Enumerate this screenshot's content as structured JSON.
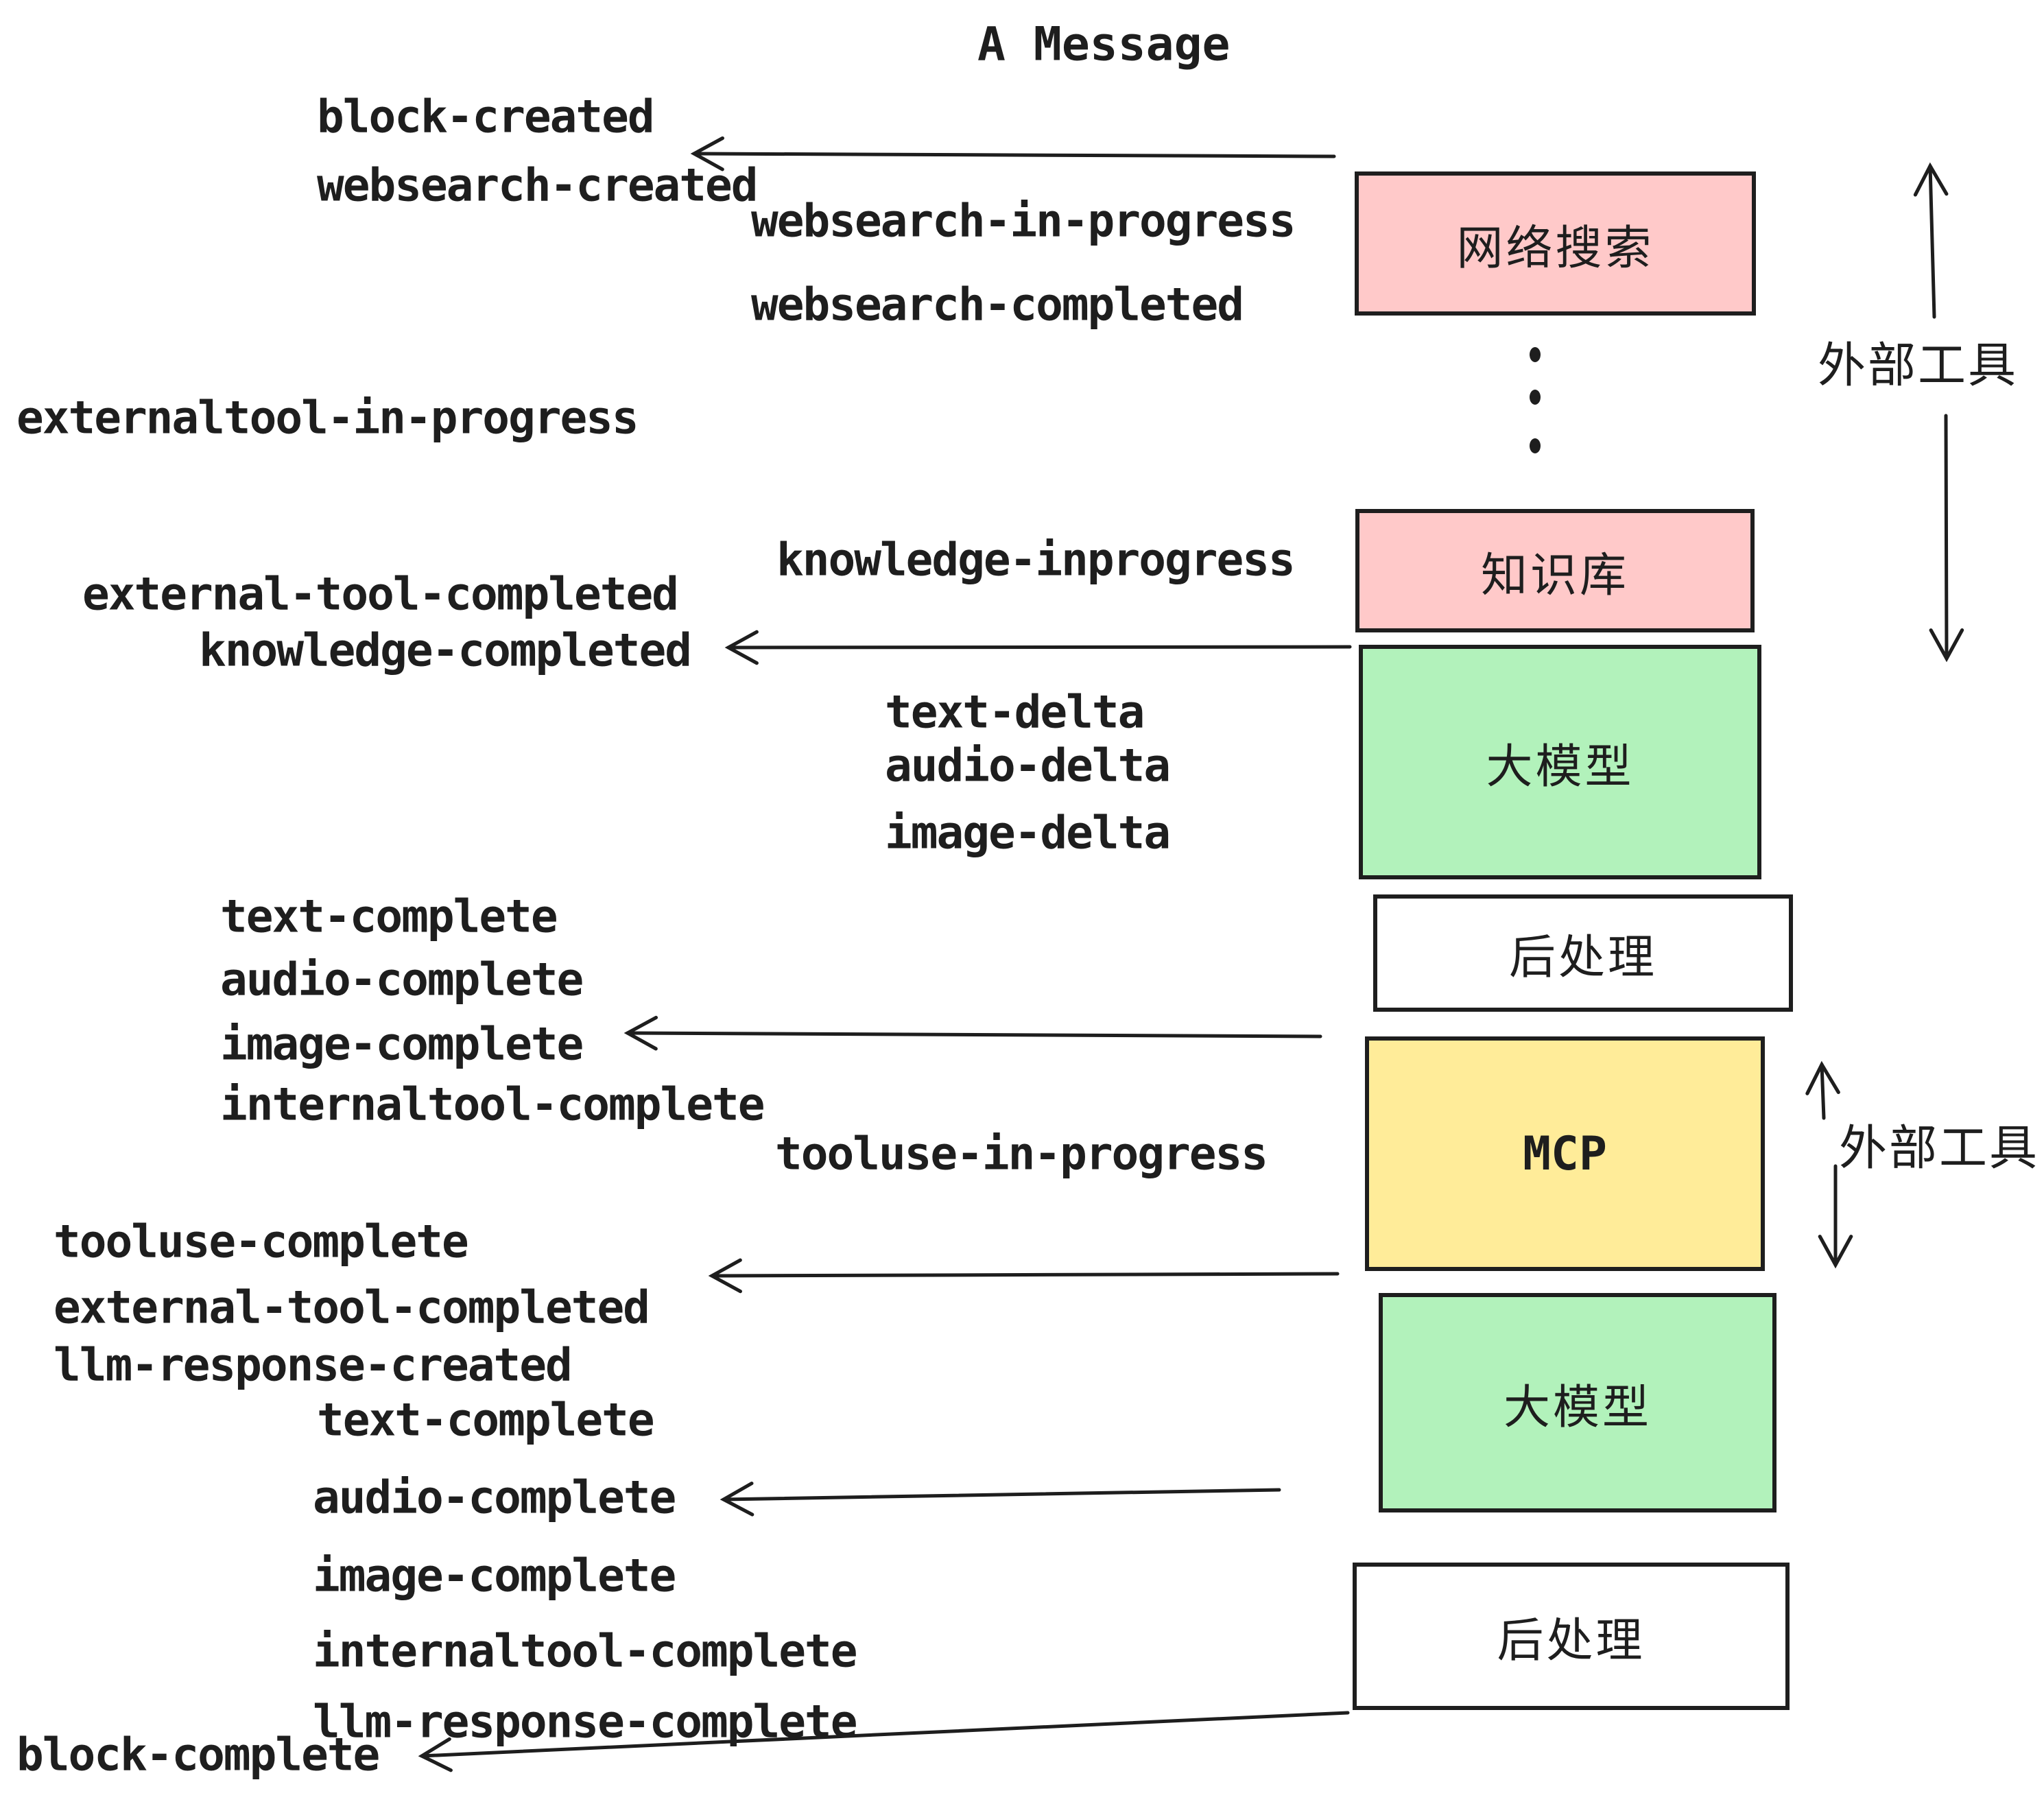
{
  "title": "A Message",
  "palette": {
    "pink": "#ffc9c9",
    "green": "#b2f2bb",
    "yellow": "#ffec99",
    "white": "#ffffff",
    "stroke": "#1e1e1e"
  },
  "events": {
    "block_created": "block-created",
    "websearch_created": "websearch-created",
    "websearch_in_progress": "websearch-in-progress",
    "websearch_completed": "websearch-completed",
    "externaltool_in_progress": "externaltool-in-progress",
    "knowledge_inprogress": "knowledge-inprogress",
    "external_tool_completed_1": "external-tool-completed",
    "knowledge_completed": "knowledge-completed",
    "text_delta_1": "text-delta",
    "audio_delta_1": "audio-delta",
    "image_delta_1": "image-delta",
    "text_complete_1": "text-complete",
    "audio_complete_1": "audio-complete",
    "image_complete_1": "image-complete",
    "internaltool_complete_1": "internaltool-complete",
    "tooluse_in_progress": "tooluse-in-progress",
    "tooluse_complete": "tooluse-complete",
    "external_tool_completed_2": "external-tool-completed",
    "llm_response_created": "llm-response-created",
    "text_complete_2": "text-complete",
    "audio_complete_2": "audio-complete",
    "image_complete_2": "image-complete",
    "internaltool_complete_2": "internaltool-complete",
    "llm_response_complete": "llm-response-complete",
    "block_complete": "block-complete"
  },
  "boxes": {
    "websearch": {
      "label": "网络搜索",
      "fill": "#ffc9c9"
    },
    "knowledge": {
      "label": "知识库",
      "fill": "#ffc9c9"
    },
    "llm1": {
      "label": "大模型",
      "fill": "#b2f2bb"
    },
    "post1": {
      "label": "后处理",
      "fill": "#ffffff"
    },
    "mcp": {
      "label": "MCP",
      "fill": "#ffec99"
    },
    "llm2": {
      "label": "大模型",
      "fill": "#b2f2bb"
    },
    "post2": {
      "label": "后处理",
      "fill": "#ffffff"
    }
  },
  "annotations": {
    "external_tools_1": "外部工具",
    "external_tools_2": "外部工具"
  }
}
